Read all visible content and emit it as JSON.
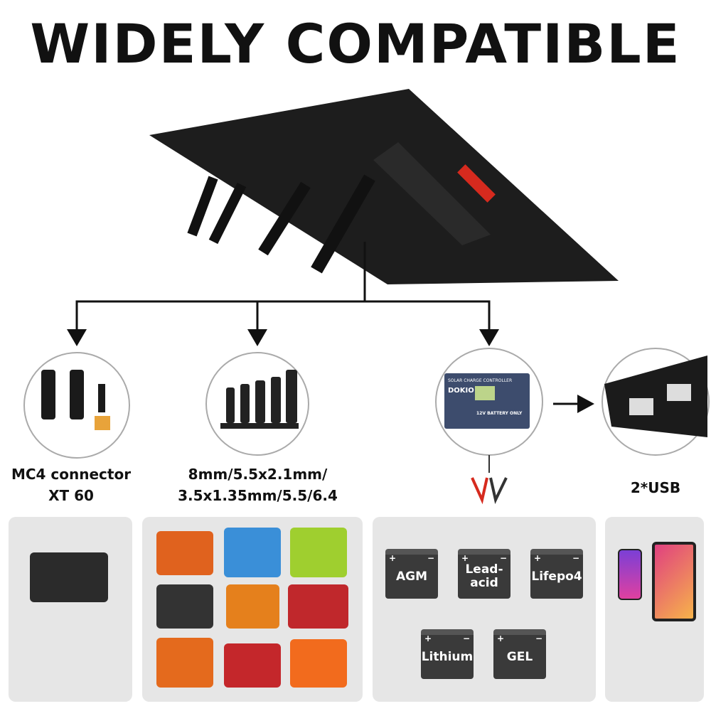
{
  "title": "WIDELY COMPATIBLE",
  "options": [
    {
      "label_lines": [
        "MC4 connector",
        "XT 60"
      ]
    },
    {
      "label_lines": [
        "8mm/5.5x2.1mm/",
        "3.5x1.35mm/5.5/6.4"
      ]
    },
    {
      "controller_text": "SOLAR CHARGE CONTROLLER",
      "controller_brand": "DOKIO",
      "controller_note": "12V BATTERY ONLY"
    },
    {
      "label_lines": [
        "2*USB"
      ]
    }
  ],
  "batteries": [
    "AGM",
    "Lead-\nacid",
    "Lifepo4",
    "Lithium",
    "GEL"
  ],
  "colors": {
    "panel_bg": "#e6e6e6",
    "accent_red": "#d62a1e"
  }
}
